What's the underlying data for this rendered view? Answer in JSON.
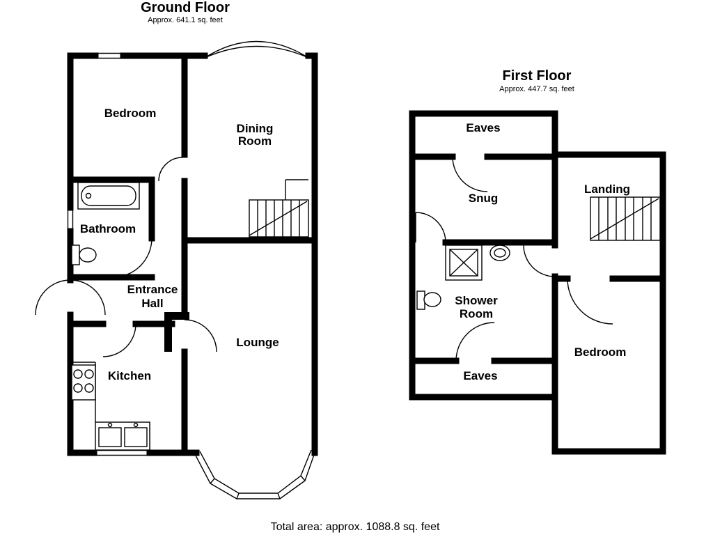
{
  "page": {
    "background_color": "#ffffff",
    "wall_color": "#000000",
    "total_area_label": "Total area: approx. 1088.8 sq. feet"
  },
  "ground_floor": {
    "title": "Ground Floor",
    "area_label": "Approx. 641.1 sq. feet",
    "rooms": {
      "bedroom": "Bedroom",
      "dining_room": [
        "Dining",
        "Room"
      ],
      "bathroom": "Bathroom",
      "entrance_hall": [
        "Entrance",
        "Hall"
      ],
      "kitchen": "Kitchen",
      "lounge": "Lounge"
    }
  },
  "first_floor": {
    "title": "First Floor",
    "area_label": "Approx. 447.7 sq. feet",
    "rooms": {
      "eaves_top": "Eaves",
      "snug": "Snug",
      "landing": "Landing",
      "shower_room": [
        "Shower",
        "Room"
      ],
      "eaves_bottom": "Eaves",
      "bedroom": "Bedroom"
    }
  }
}
